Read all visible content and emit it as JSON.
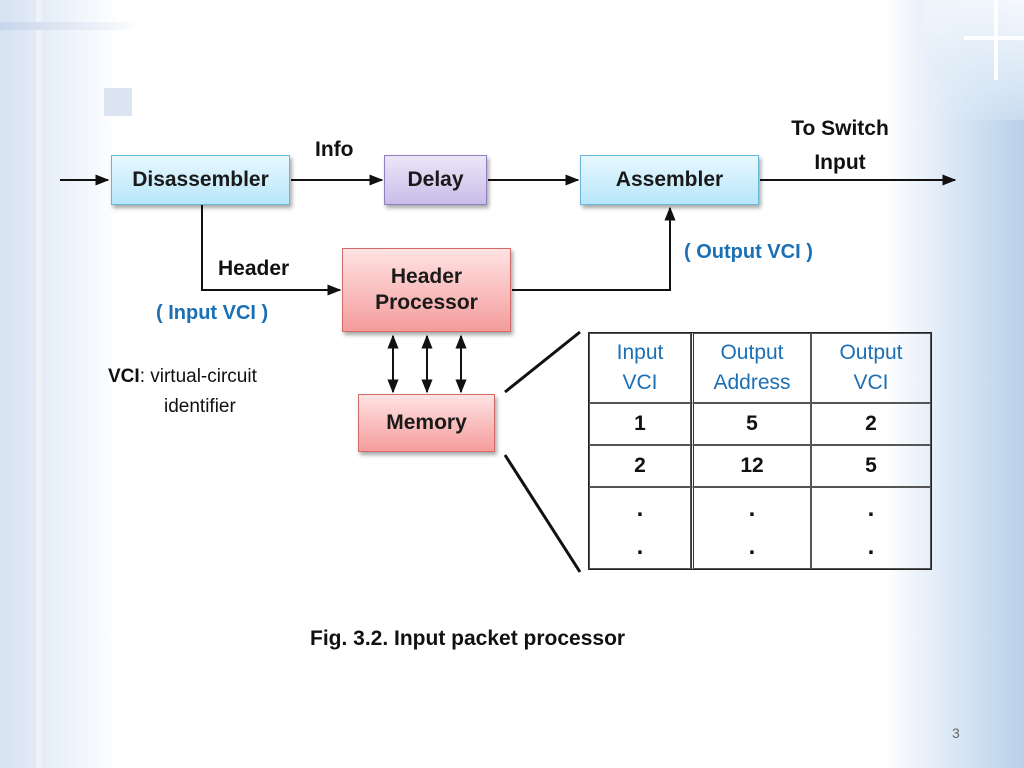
{
  "boxes": {
    "disassembler": "Disassembler",
    "delay": "Delay",
    "assembler": "Assembler",
    "header_processor": "Header Processor",
    "memory": "Memory"
  },
  "labels": {
    "info": "Info",
    "to_switch_input_line1": "To Switch",
    "to_switch_input_line2": "Input",
    "header": "Header",
    "input_vci": "( Input VCI )",
    "output_vci": "( Output VCI )"
  },
  "note": {
    "term": "VCI",
    "definition_line1": ": virtual-circuit",
    "definition_line2": "identifier"
  },
  "table": {
    "headers": [
      {
        "line1": "Input",
        "line2": "VCI"
      },
      {
        "line1": "Output",
        "line2": "Address"
      },
      {
        "line1": "Output",
        "line2": "VCI"
      }
    ],
    "rows": [
      [
        "1",
        "5",
        "2"
      ],
      [
        "2",
        "12",
        "5"
      ]
    ],
    "dots": "."
  },
  "caption": "Fig. 3.2. Input packet processor",
  "page_number": "3"
}
